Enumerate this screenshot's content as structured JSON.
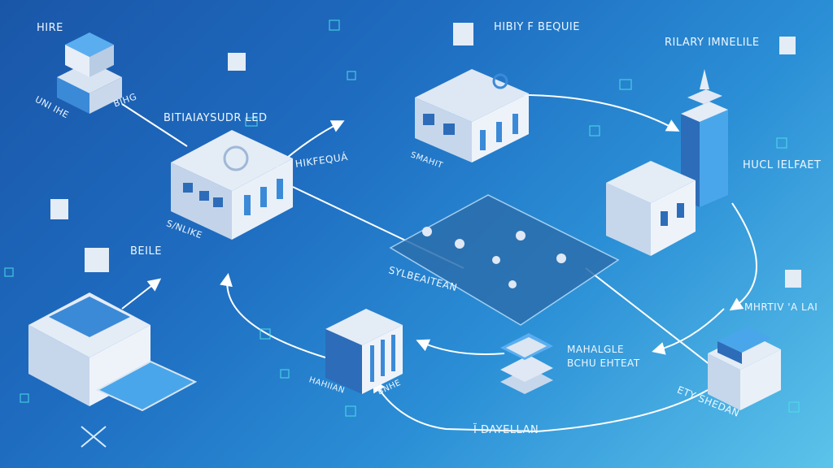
{
  "labels": {
    "top_left": "HIRE",
    "top_left_sub_a": "UNI IHE",
    "top_left_sub_b": "BIHG",
    "flow_title": "BITIAIAYSUDR LED",
    "hub_arrow": "HIKFEQUÁ",
    "hub_sub": "S/NLIKE",
    "center_top": "SMAHIT",
    "top_center": "HIBIY F BEQUIE",
    "top_right": "RILARY IMNELILE",
    "right_tower": "HUCL IELFAET",
    "platform": "SYLBEAITEAN",
    "left_mid": "BEILE",
    "right_mid": "MHRTIV 'A LAI",
    "stack_line1": "MAHALGLE",
    "stack_line2": "BCHU EHTEAT",
    "bottom_right": "ETY SHEDAN",
    "bottom_center": "Ĩ DAYELLAN",
    "bottom_building_a": "HAHIIAN",
    "bottom_building_b": "BNHE"
  },
  "colors": {
    "background_start": "#1a56a8",
    "background_end": "#5cc3ea",
    "accent": "#3aa0e8",
    "building": "#e4ecf6"
  }
}
